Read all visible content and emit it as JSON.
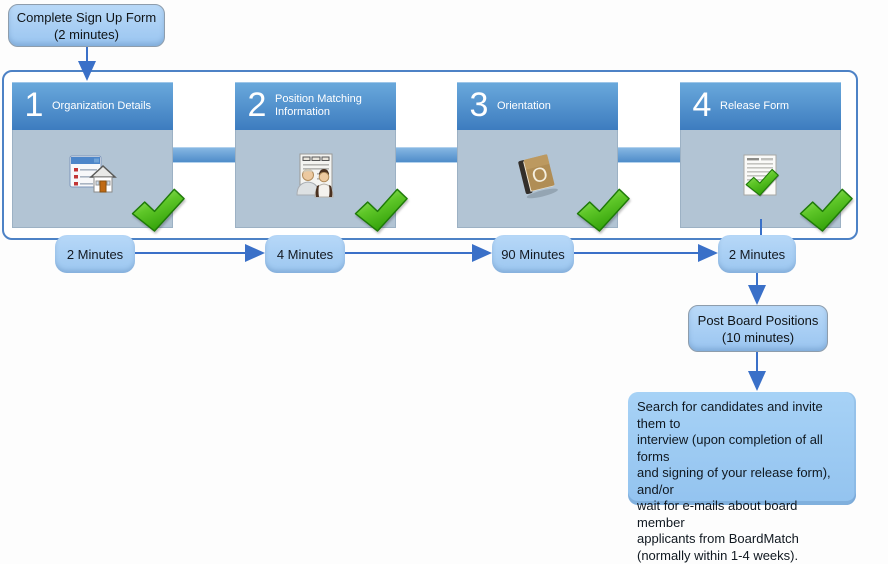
{
  "colors": {
    "accent_blue": "#3a70c8",
    "frame_border": "#4d82c6",
    "step_header_top": "#6aa9dc",
    "step_header_bottom": "#3d7cbf",
    "step_body": "#b2c4d4",
    "bubble_fill": "#a9cff3",
    "callout_fill": "#a9cff3",
    "check_green": "#3fb30d"
  },
  "start_box": {
    "label": [
      "Complete Sign Up Form",
      "(2 minutes)"
    ]
  },
  "steps": [
    {
      "number": "1",
      "title": [
        "Organization Details"
      ],
      "icon": "organization-details-icon",
      "duration": "2 Minutes",
      "completed": true
    },
    {
      "number": "2",
      "title": [
        "Position Matching",
        "Information"
      ],
      "icon": "position-matching-icon",
      "duration": "4 Minutes",
      "completed": true
    },
    {
      "number": "3",
      "title": [
        "Orientation"
      ],
      "icon": "orientation-icon",
      "duration": "90 Minutes",
      "completed": true
    },
    {
      "number": "4",
      "title": [
        "Release Form"
      ],
      "icon": "release-form-icon",
      "duration": "2 Minutes",
      "completed": true
    }
  ],
  "post_box": {
    "label": [
      "Post Board Positions",
      "(10 minutes)"
    ]
  },
  "final_box": {
    "text": [
      "Search for candidates and invite them to",
      "interview (upon completion of all forms",
      "and signing of your release form), and/or",
      "wait for e-mails about board member",
      "applicants from BoardMatch",
      "(normally within 1-4 weeks)."
    ]
  }
}
